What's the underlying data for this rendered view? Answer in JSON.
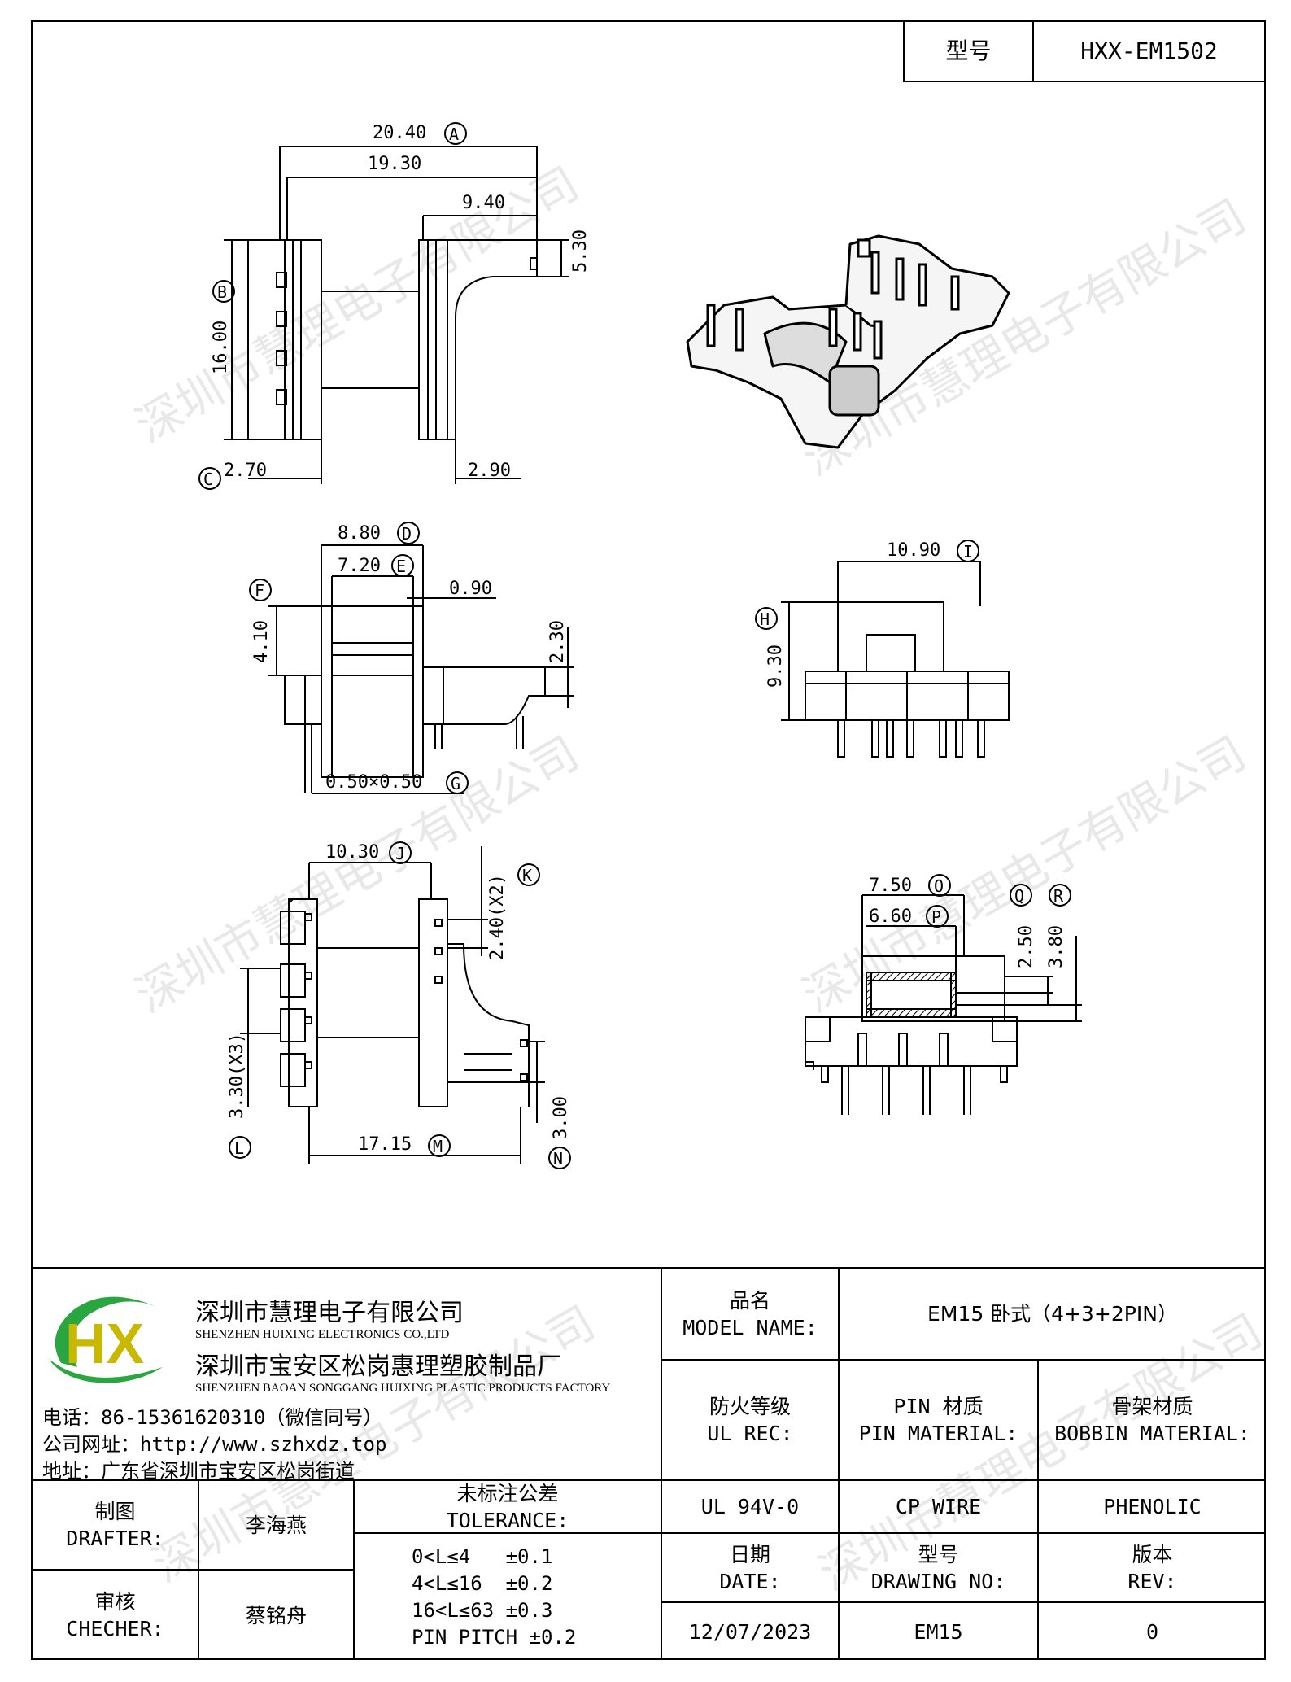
{
  "header": {
    "model_label": "型号",
    "model_value": "HXX-EM1502"
  },
  "views": {
    "top_left": {
      "dims": [
        "20.40",
        "19.30",
        "9.40",
        "5.30",
        "16.00",
        "2.70",
        "2.90"
      ],
      "labels": [
        "A",
        "B",
        "C"
      ]
    },
    "middle_left": {
      "dims": [
        "8.80",
        "7.20",
        "0.90",
        "4.10",
        "2.30",
        "0.50×0.50"
      ],
      "labels": [
        "D",
        "E",
        "F",
        "G"
      ]
    },
    "middle_right": {
      "dims": [
        "10.90",
        "9.30"
      ],
      "labels": [
        "I",
        "H"
      ]
    },
    "bottom_left": {
      "dims": [
        "10.30",
        "2.40(X2)",
        "3.30(X3)",
        "17.15",
        "3.00"
      ],
      "labels": [
        "J",
        "K",
        "L",
        "M",
        "N"
      ]
    },
    "bottom_right": {
      "dims": [
        "7.50",
        "6.60",
        "2.50",
        "3.80"
      ],
      "labels": [
        "O",
        "P",
        "Q",
        "R"
      ]
    }
  },
  "watermark": "深圳市慧理电子有限公司",
  "company": {
    "logo_text": "HX",
    "name_cn": "深圳市慧理电子有限公司",
    "name_en": "SHENZHEN HUIXING ELECTRONICS CO.,LTD",
    "factory_cn": "深圳市宝安区松岗惠理塑胶制品厂",
    "factory_en": "SHENZHEN BAOAN SONGGANG HUIXING PLASTIC PRODUCTS FACTORY",
    "phone": "电话：86-15361620310（微信同号）",
    "website": "公司网址：http://www.szhxdz.top",
    "address": "地址：广东省深圳市宝安区松岗街道"
  },
  "title_block": {
    "model_name_label": "品名\nMODEL NAME:",
    "model_name_value": "EM15 卧式（4+3+2PIN）",
    "ul_label": "防火等级\nUL REC:",
    "pin_mat_label": "PIN 材质\nPIN MATERIAL:",
    "bobbin_mat_label": "骨架材质\nBOBBIN MATERIAL:",
    "ul_value": "UL 94V-0",
    "pin_mat_value": "CP WIRE",
    "bobbin_mat_value": "PHENOLIC",
    "drafter_label": "制图\nDRAFTER:",
    "drafter_value": "李海燕",
    "tolerance_label": "未标注公差\nTOLERANCE:",
    "tolerance_values": "0<L≤4   ±0.1\n4<L≤16  ±0.2\n16<L≤63 ±0.3\nPIN PITCH ±0.2",
    "checker_label": "审核\nCHECHER:",
    "checker_value": "蔡铭舟",
    "date_label": "日期\nDATE:",
    "drawing_no_label": "型号\nDRAWING NO:",
    "rev_label": "版本\nREV:",
    "date_value": "12/07/2023",
    "drawing_no_value": "EM15",
    "rev_value": "0"
  }
}
